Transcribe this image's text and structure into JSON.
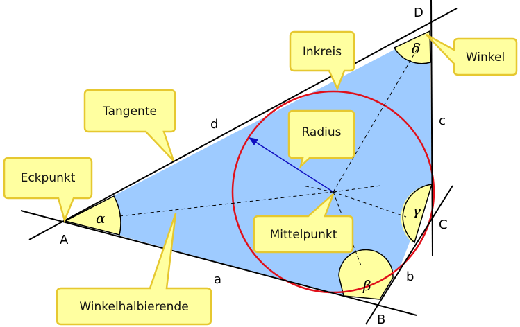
{
  "diagram": {
    "callouts": {
      "tangente": "Tangente",
      "eckpunkt": "Eckpunkt",
      "inkreis": "Inkreis",
      "winkel": "Winkel",
      "radius": "Radius",
      "mittelpunkt": "Mittelpunkt",
      "winkelhalbierende": "Winkelhalbierende"
    },
    "vertices": {
      "A": "A",
      "B": "B",
      "C": "C",
      "D": "D"
    },
    "sides": {
      "a": "a",
      "b": "b",
      "c": "c",
      "d": "d"
    },
    "angles": {
      "alpha": "α",
      "beta": "β",
      "gamma": "γ",
      "delta": "δ"
    },
    "colors": {
      "fill": "#9ecbff",
      "incircle": "#e0101a",
      "radius": "#1010c0",
      "callout_fill": "#ffffa0",
      "callout_stroke": "#e6c830",
      "angle_fill": "#ffffa0"
    }
  }
}
